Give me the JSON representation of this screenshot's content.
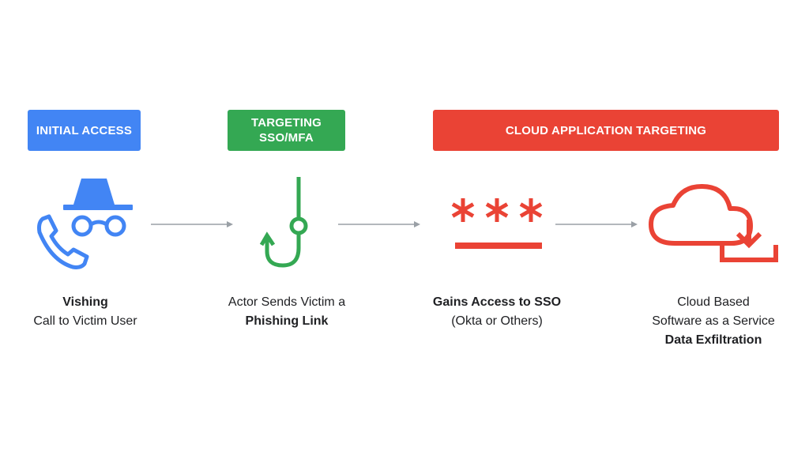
{
  "badges": {
    "initial": {
      "label": "INITIAL ACCESS",
      "color": "#4285F4"
    },
    "targeting": {
      "line1": "TARGETING",
      "line2": "SSO/MFA",
      "color": "#34A853"
    },
    "cloud": {
      "label": "CLOUD APPLICATION TARGETING",
      "color": "#EA4335"
    }
  },
  "icons": {
    "vishing": "incognito-phone-icon",
    "phishing": "fishing-hook-icon",
    "password": "password-asterisks-icon",
    "cloud": "cloud-download-icon"
  },
  "steps": {
    "vishing": {
      "title": "Vishing",
      "line2": "Call to Victim User"
    },
    "phishing": {
      "line1": "Actor Sends Victim a",
      "title": "Phishing Link"
    },
    "sso": {
      "title": "Gains Access to SSO",
      "line2": "(Okta or Others)"
    },
    "exfil": {
      "line1": "Cloud Based",
      "line2": "Software as a Service",
      "title": "Data Exfiltration"
    }
  },
  "colors": {
    "blue": "#4285F4",
    "green": "#34A853",
    "red": "#EA4335",
    "arrow": "#9AA0A6"
  }
}
